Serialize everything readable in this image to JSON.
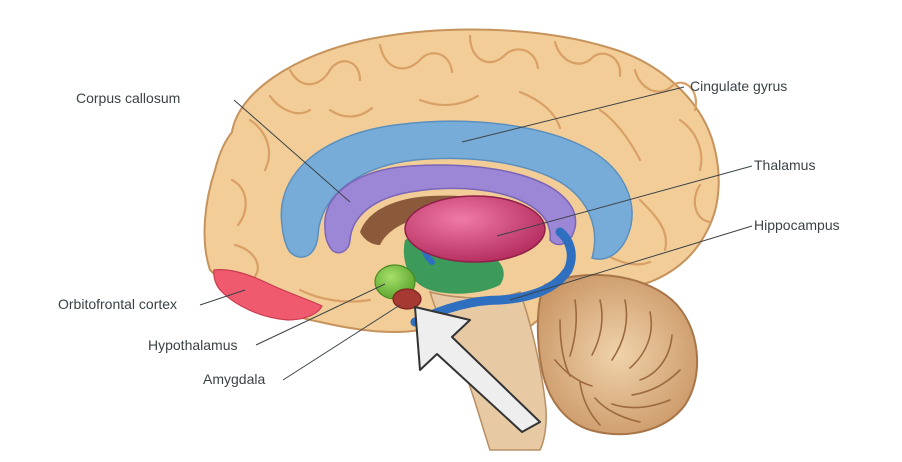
{
  "diagram": {
    "labels": {
      "corpus_callosum": "Corpus callosum",
      "cingulate_gyrus": "Cingulate gyrus",
      "thalamus": "Thalamus",
      "hippocampus": "Hippocampus",
      "orbitofrontal_cortex": "Orbitofrontal cortex",
      "hypothalamus": "Hypothalamus",
      "amygdala": "Amygdala"
    },
    "colors": {
      "cortex": "#f2cd97",
      "cortex_fold": "#dba469",
      "cingulate_gyrus": "#78acd8",
      "corpus_callosum": "#9c86d6",
      "thalamus": "#c43a6b",
      "hypothalamus": "#77bb3d",
      "hippocampus": "#2f6fbf",
      "amygdala": "#a63a33",
      "orbitofrontal_cortex": "#ef5a6e",
      "brainstem": "#e7c9a3",
      "cerebellum": "#d9ab79",
      "leader_line": "#3b4247",
      "arrow_fill": "#eeeeee",
      "arrow_stroke": "#333333"
    }
  }
}
